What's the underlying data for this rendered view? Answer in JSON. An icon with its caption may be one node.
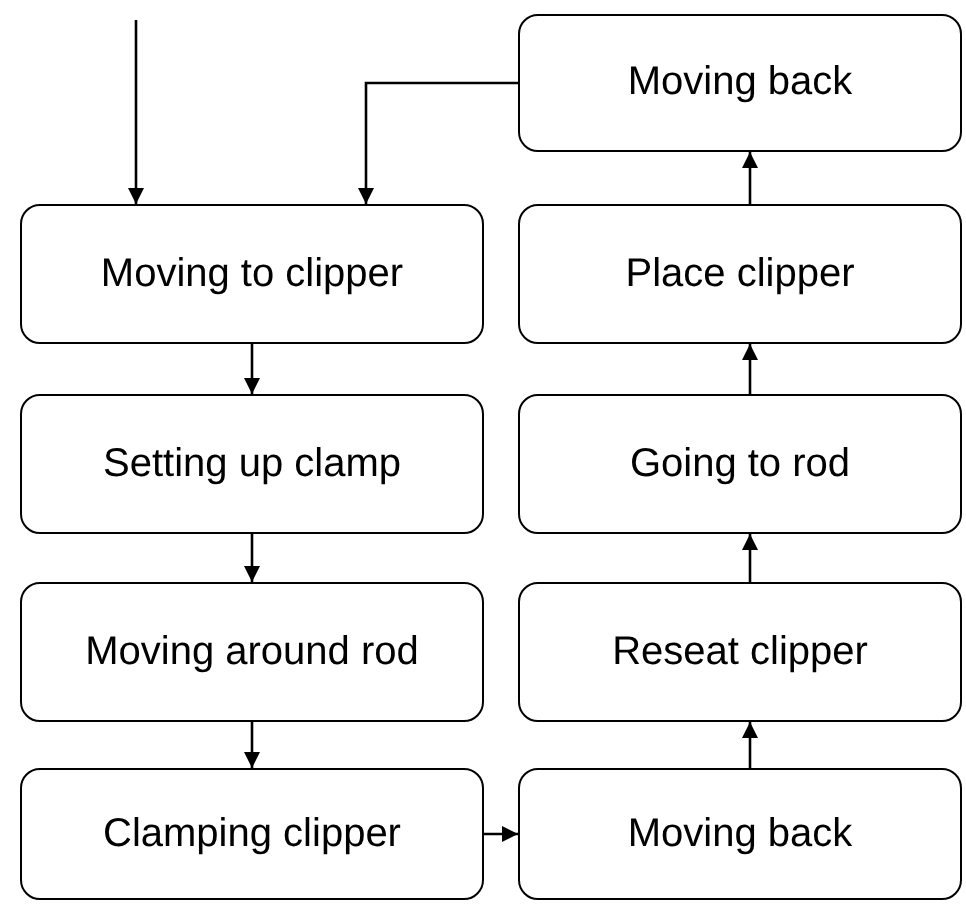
{
  "diagram": {
    "nodes": [
      {
        "text": [
          "Moving back"
        ]
      },
      {
        "text": [
          "Moving to clipper"
        ]
      },
      {
        "text": [
          "Place clipper"
        ]
      },
      {
        "text": [
          "Setting up clamp"
        ]
      },
      {
        "text": [
          "Going to rod"
        ]
      },
      {
        "text": [
          "Moving around rod"
        ]
      },
      {
        "text": [
          "Reseat clipper"
        ]
      },
      {
        "text": [
          "Clamping clipper"
        ]
      },
      {
        "text": [
          "Moving back"
        ]
      }
    ],
    "edges": [
      {
        "from": null,
        "to": 1,
        "arrow": "to"
      },
      {
        "from": 1,
        "to": 3,
        "arrow": "to"
      },
      {
        "from": 3,
        "to": 5,
        "arrow": "to"
      },
      {
        "from": 5,
        "to": 7,
        "arrow": "to"
      },
      {
        "from": 7,
        "to": 8,
        "arrow": "to"
      },
      {
        "from": 8,
        "to": 6,
        "arrow": "to"
      },
      {
        "from": 6,
        "to": 4,
        "arrow": "to"
      },
      {
        "from": 4,
        "to": 2,
        "arrow": "to"
      },
      {
        "from": 2,
        "to": 0,
        "arrow": "to"
      },
      {
        "from": 0,
        "to": 1,
        "arrow": "to"
      }
    ]
  }
}
